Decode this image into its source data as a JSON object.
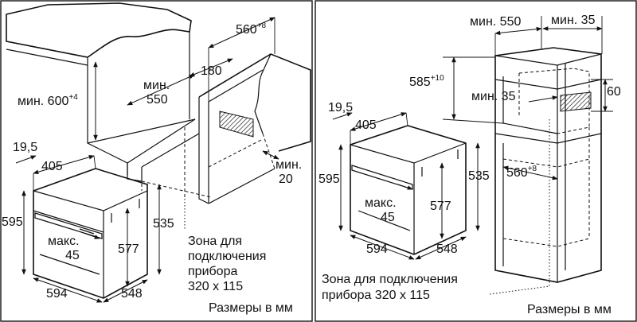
{
  "left_panel": {
    "dims": {
      "min600": "мин. 600",
      "min600_sup": "+4",
      "min550_a": "мин.",
      "min550_b": "550",
      "d180": "180",
      "d560": "560",
      "d560_sup": "+8",
      "min20_a": "мин.",
      "min20_b": "20",
      "d19_5": "19,5",
      "d405": "405",
      "d595": "595",
      "d535": "535",
      "d577": "577",
      "max45_a": "макс.",
      "max45_b": "45",
      "d594": "594",
      "d548": "548"
    },
    "zone_note": [
      "Зона для",
      "подключения",
      "прибора",
      "320 x 115"
    ],
    "units_note": "Размеры в мм"
  },
  "right_panel": {
    "dims": {
      "min550": "мин. 550",
      "min35_top": "мин. 35",
      "d585": "585",
      "d585_sup": "+10",
      "min35_mid": "мин. 35",
      "d60": "60",
      "d560": "560",
      "d560_sup": "+8",
      "d19_5": "19,5",
      "d405": "405",
      "d595": "595",
      "d535": "535",
      "d577": "577",
      "max45_a": "макс.",
      "max45_b": "45",
      "d594": "594",
      "d548": "548"
    },
    "zone_note": [
      "Зона для подключения",
      "прибора 320 x 115"
    ],
    "units_note": "Размеры в мм"
  }
}
